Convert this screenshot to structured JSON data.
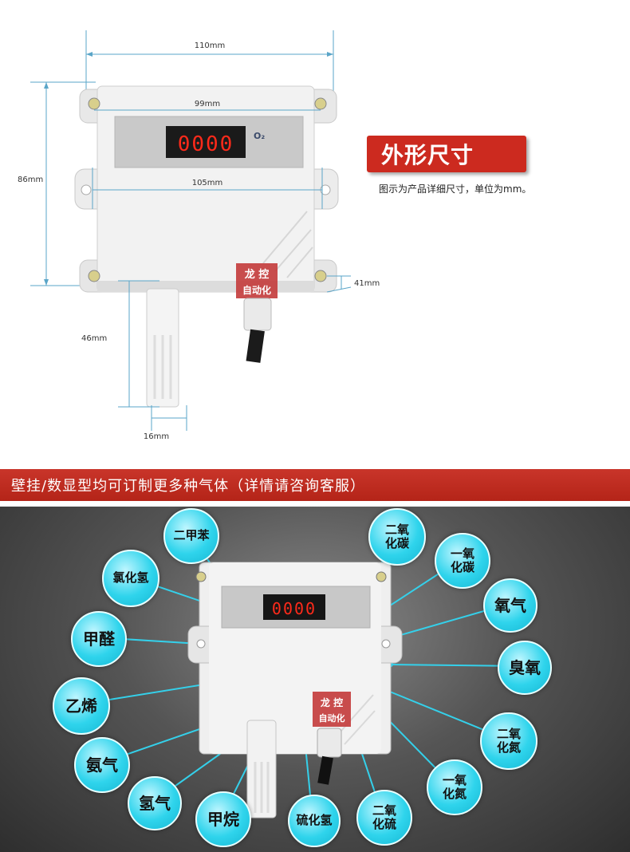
{
  "dimensions": {
    "width_outer": "110mm",
    "width_screw": "99mm",
    "width_mount": "105mm",
    "height": "86mm",
    "depth": "41mm",
    "probe_length": "46mm",
    "probe_diameter": "16mm"
  },
  "device": {
    "display_value": "0000",
    "gas_symbol": "O₂",
    "brand_line1": "龙 控",
    "brand_line2": "自动化"
  },
  "badge": {
    "title": "外形尺寸",
    "note": "图示为产品详细尺寸，单位为mm。"
  },
  "banner": {
    "text": "壁挂/数显型均可订制更多种气体（详情请咨询客服）"
  },
  "gas_panel": {
    "display_value": "0000",
    "brand_line1": "龙 控",
    "brand_line2": "自动化",
    "colors": {
      "bubble": "#2fd4ec",
      "line": "#34d0ea",
      "led": "#ff2a1a"
    },
    "gases": [
      {
        "id": "benzene-xylene",
        "label": "二甲苯"
      },
      {
        "id": "hydrogen-chloride",
        "label": "氯化氢"
      },
      {
        "id": "formaldehyde",
        "label": "甲醛"
      },
      {
        "id": "ethylene",
        "label": "乙烯"
      },
      {
        "id": "ammonia",
        "label": "氨气"
      },
      {
        "id": "hydrogen",
        "label": "氢气"
      },
      {
        "id": "methane",
        "label": "甲烷"
      },
      {
        "id": "hydrogen-sulfide",
        "label": "硫化氢"
      },
      {
        "id": "sulfur-dioxide",
        "label": "二氧\n化硫"
      },
      {
        "id": "nitric-oxide",
        "label": "一氧\n化氮"
      },
      {
        "id": "nitrogen-dioxide",
        "label": "二氧\n化氮"
      },
      {
        "id": "ozone",
        "label": "臭氧"
      },
      {
        "id": "oxygen",
        "label": "氧气"
      },
      {
        "id": "carbon-monoxide",
        "label": "一氧\n化碳"
      },
      {
        "id": "carbon-dioxide",
        "label": "二氧\n化碳"
      }
    ]
  }
}
